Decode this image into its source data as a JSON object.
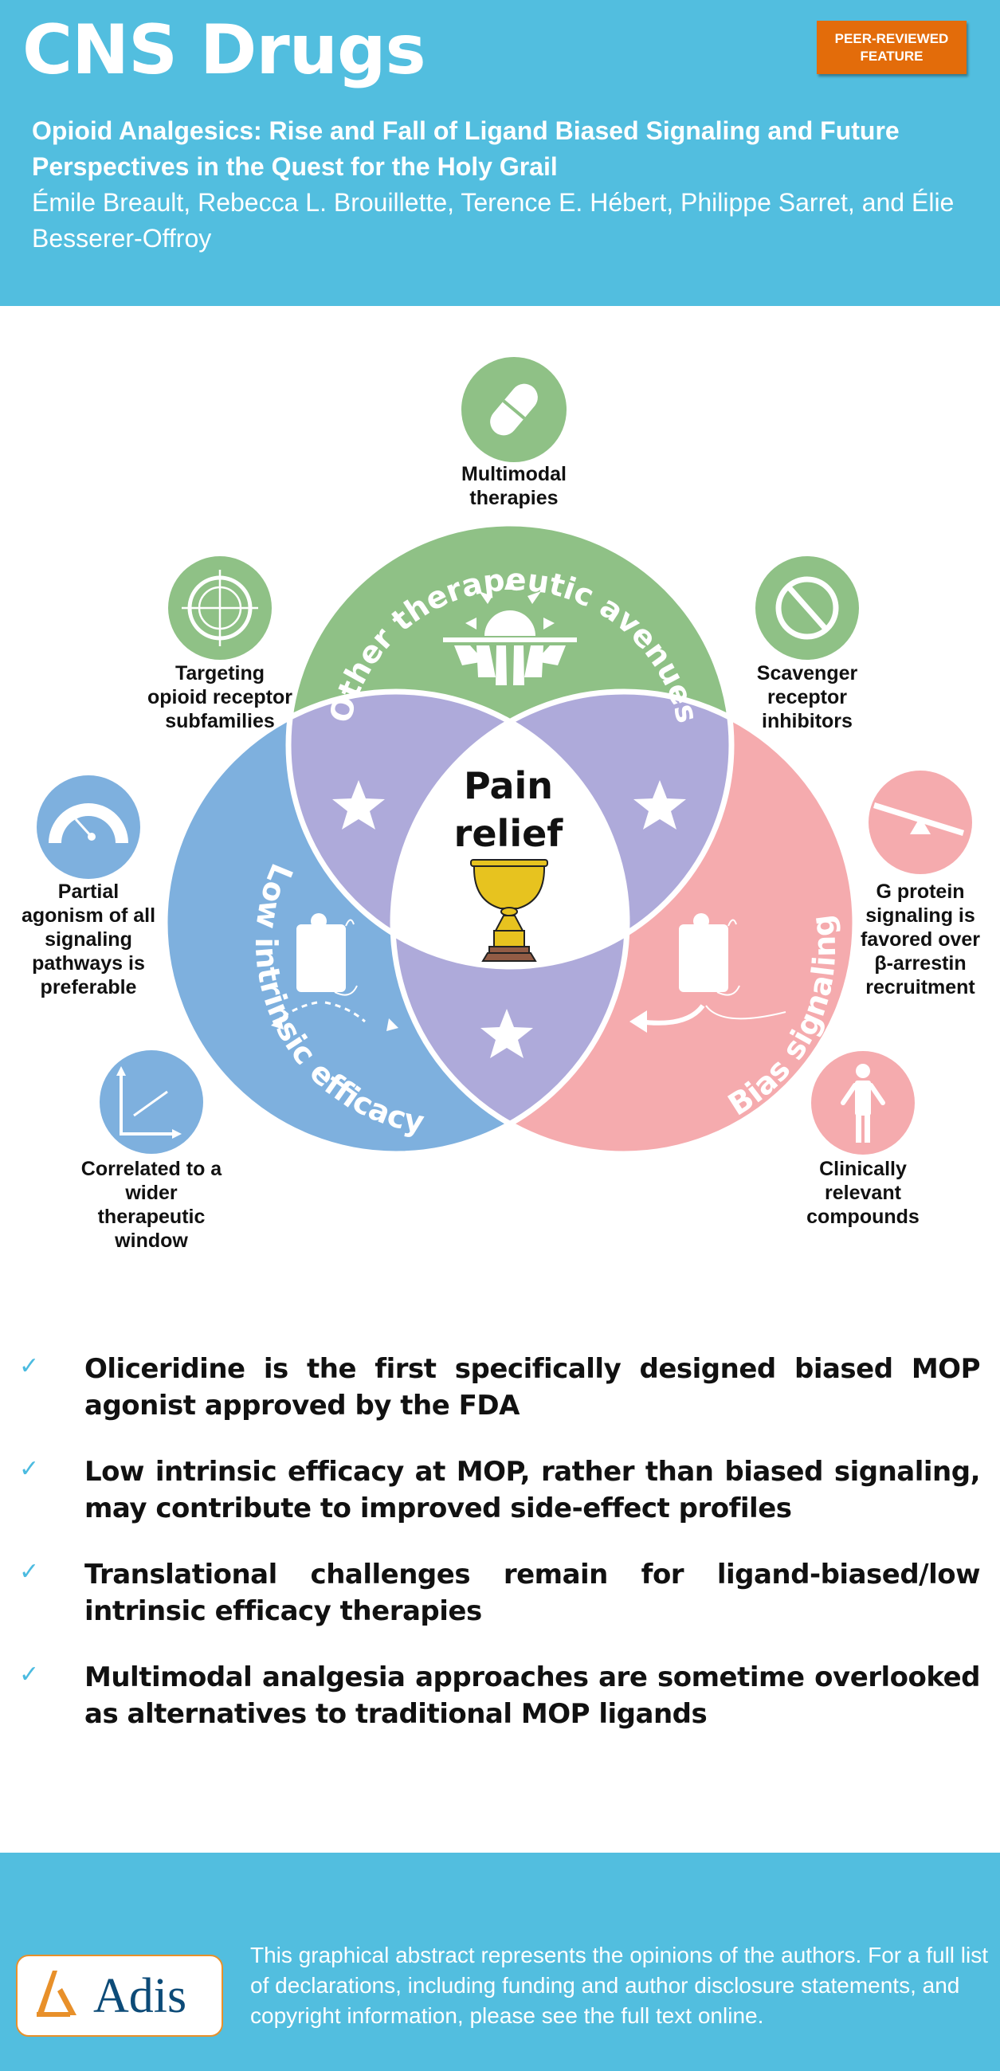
{
  "header": {
    "journal": "CNS Drugs",
    "badge_line1": "PEER-REVIEWED",
    "badge_line2": "FEATURE",
    "title": "Opioid Analgesics: Rise and Fall of Ligand Biased Signaling and Future Perspectives in the Quest for the Holy Grail",
    "authors": "Émile Breault, Rebecca L. Brouillette, Terence E. Hébert, Philippe Sarret, and Élie Besserer-Offroy"
  },
  "colors": {
    "header_bg": "#52bedf",
    "badge_bg": "#e36c0a",
    "green": "#8fc186",
    "blue": "#7eb0de",
    "pink": "#f5abae",
    "purple": "#aeaada",
    "gold": "#e7c31f",
    "brown": "#925c45",
    "check": "#4bbbe0",
    "logo_orange": "#e8902a",
    "logo_navy": "#0d4b78"
  },
  "diagram": {
    "center_label_line1": "Pain",
    "center_label_line2": "relief",
    "center_icon": "trophy-icon",
    "circles": [
      {
        "name": "other-therapeutic-avenues",
        "label": "Other therapeutic avenues",
        "icon": "sunrise-icon"
      },
      {
        "name": "low-intrinsic-efficacy",
        "label": "Low intrinsic efficacy",
        "icon": "receptor-icon"
      },
      {
        "name": "bias-signaling",
        "label": "Bias signaling",
        "icon": "receptor-icon"
      }
    ],
    "satellites": [
      {
        "icon": "pill-icon",
        "lines": [
          "Multimodal",
          "therapies"
        ],
        "group": "green"
      },
      {
        "icon": "target-icon",
        "lines": [
          "Targeting",
          "opioid receptor",
          "subfamilies"
        ],
        "group": "green"
      },
      {
        "icon": "prohibited-icon",
        "lines": [
          "Scavenger",
          "receptor",
          "inhibitors"
        ],
        "group": "green"
      },
      {
        "icon": "gauge-icon",
        "lines": [
          "Partial",
          "agonism of all",
          "signaling",
          "pathways is",
          "preferable"
        ],
        "group": "blue"
      },
      {
        "icon": "graph-icon",
        "lines": [
          "Correlated to a",
          "wider",
          "therapeutic",
          "window"
        ],
        "group": "blue"
      },
      {
        "icon": "seesaw-icon",
        "lines": [
          "G protein",
          "signaling is",
          "favored over",
          "β-arrestin",
          "recruitment"
        ],
        "group": "pink"
      },
      {
        "icon": "person-icon",
        "lines": [
          "Clinically",
          "relevant",
          "compounds"
        ],
        "group": "pink"
      }
    ]
  },
  "bullets": [
    "Oliceridine is the first specifically designed biased MOP agonist approved by the FDA",
    "Low intrinsic efficacy at MOP, rather than biased signaling, may contribute to improved side-effect profiles",
    "Translational challenges remain for ligand-biased/low intrinsic efficacy therapies",
    "Multimodal analgesia approaches are sometime overlooked as alternatives to traditional MOP ligands"
  ],
  "check_glyph": "✓",
  "footer": {
    "logo_text": "Adis",
    "disclaimer": "This graphical abstract represents the opinions of the authors. For a full list of declarations, including funding and author disclosure statements, and copyright information, please see the full text online."
  }
}
